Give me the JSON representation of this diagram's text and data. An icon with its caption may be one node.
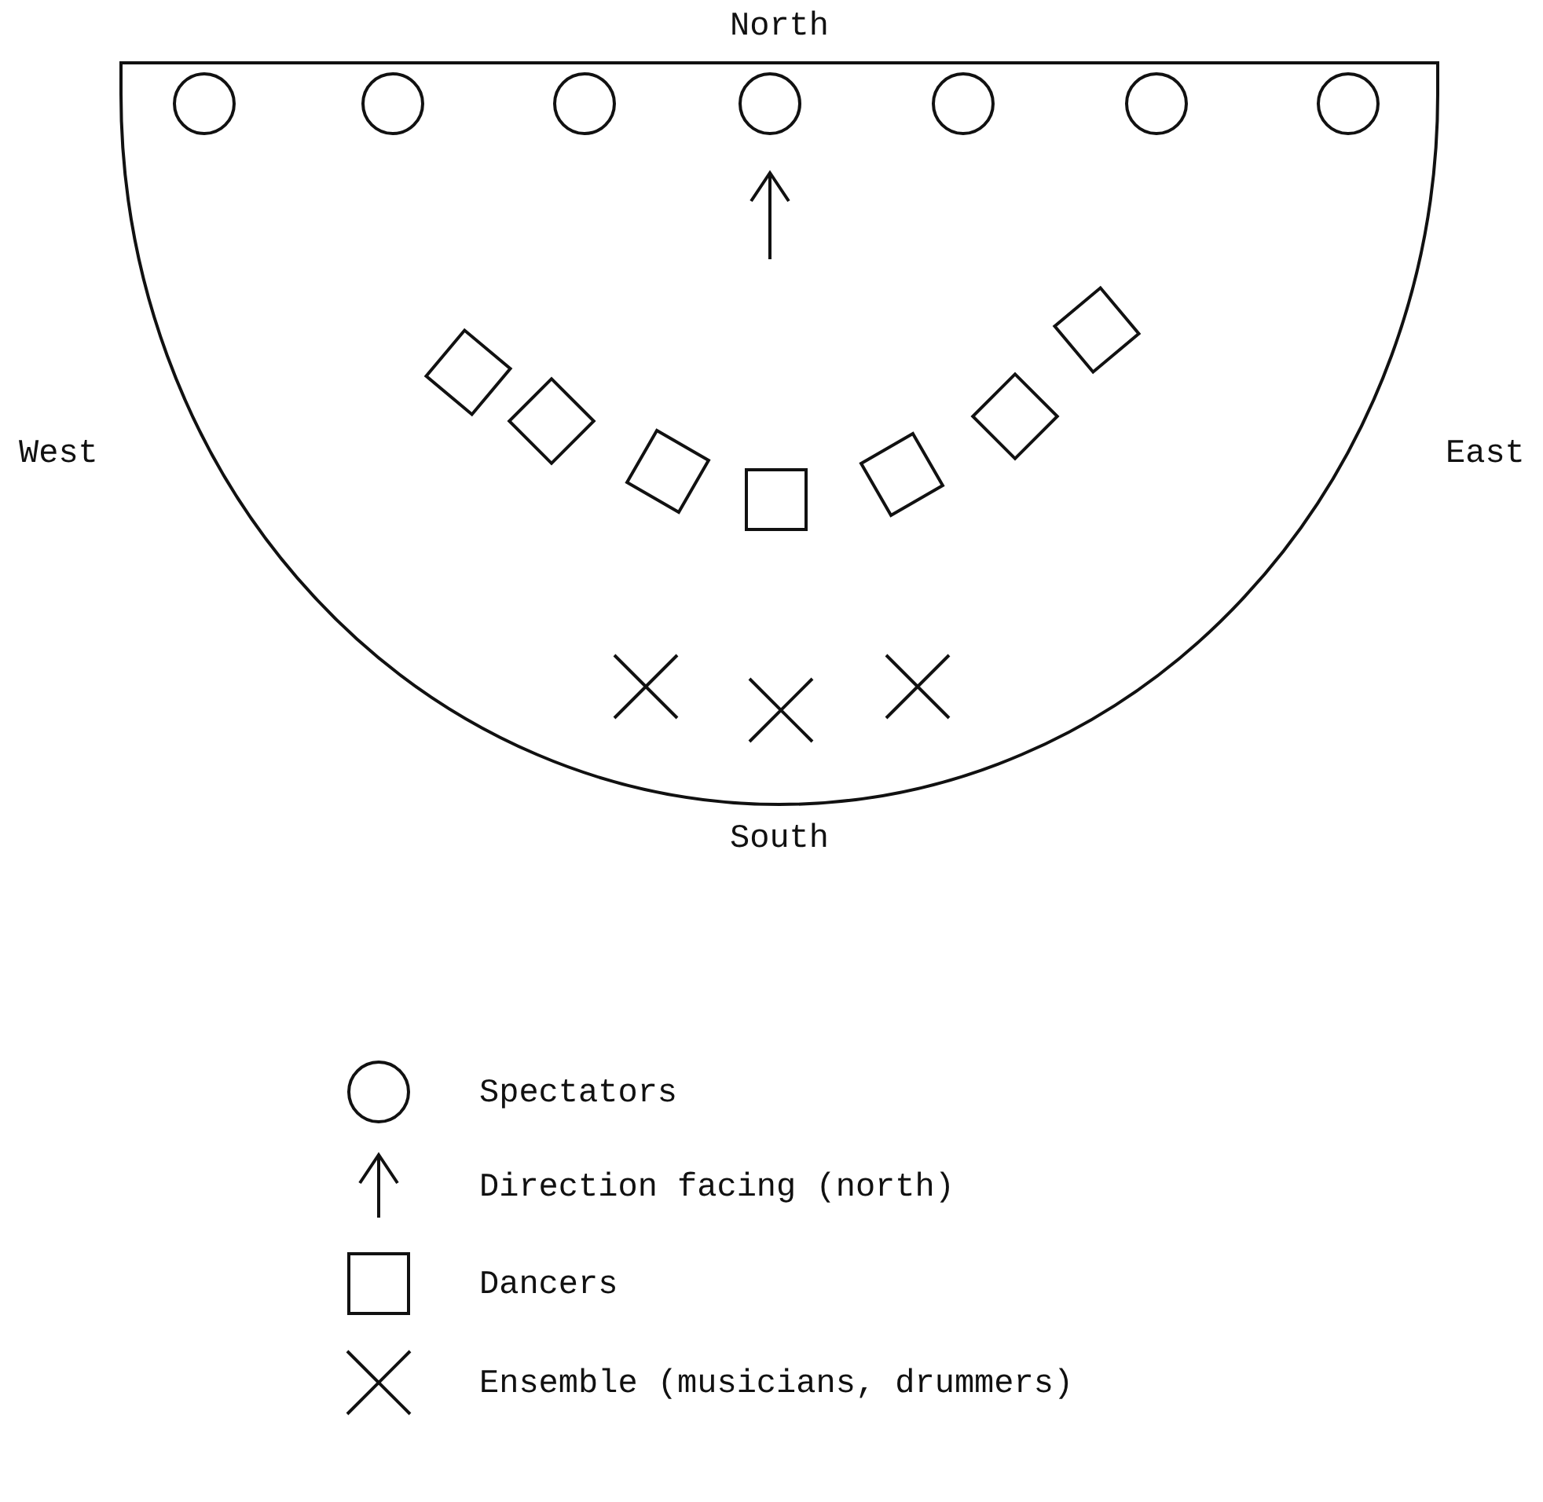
{
  "diagram": {
    "labels": [
      "North",
      "West",
      "East",
      "South"
    ],
    "legend": [
      {
        "text": "Spectators"
      },
      {
        "text": "Direction facing (north)"
      },
      {
        "text": "Dancers"
      },
      {
        "text": "Ensemble (musicians, drummers)"
      }
    ]
  }
}
